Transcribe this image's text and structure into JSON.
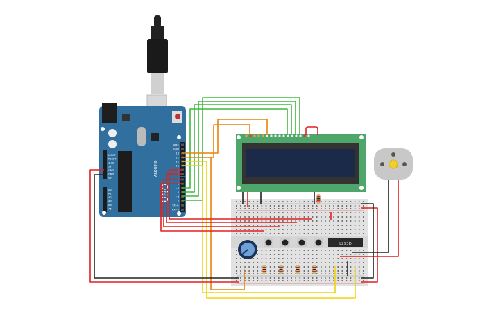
{
  "arduino": {
    "brand": "ARDUINO",
    "model": "UNO",
    "digital_pins": [
      "AREF",
      "GND",
      "13",
      "12",
      "~11",
      "~10",
      "~9",
      "8",
      "7",
      "~6",
      "~5",
      "4",
      "~3",
      "2",
      "TX→1",
      "RX←0"
    ],
    "power_pins": [
      "IOREF",
      "RESET",
      "3.3V",
      "5V",
      "GND",
      "GND",
      "Vin"
    ],
    "analog_pins": [
      "A0",
      "A1",
      "A2",
      "A3",
      "A4",
      "A5"
    ],
    "color": "#31709e"
  },
  "driver_chip": {
    "label": "L293D"
  },
  "lcd": {
    "board_color": "#4fa66a",
    "screen_color": "#1c2a4a"
  },
  "wire_colors": {
    "green": "#3db83d",
    "orange": "#e8840c",
    "yellow": "#f2d20a",
    "red": "#e02020",
    "black": "#222222"
  }
}
